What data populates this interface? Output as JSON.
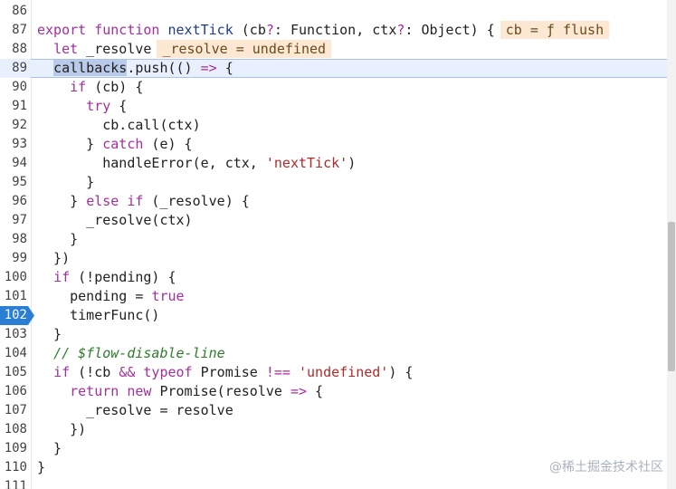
{
  "editor": {
    "lines": [
      {
        "n": "86",
        "text": ""
      },
      {
        "n": "87",
        "text": "export function nextTick (cb?: Function, ctx?: Object) {",
        "inline": "cb = ƒ flush"
      },
      {
        "n": "88",
        "text": "  let _resolve",
        "inline": "_resolve = undefined"
      },
      {
        "n": "89",
        "text": "  callbacks.push(() => {"
      },
      {
        "n": "90",
        "text": "    if (cb) {"
      },
      {
        "n": "91",
        "text": "      try {"
      },
      {
        "n": "92",
        "text": "        cb.call(ctx)"
      },
      {
        "n": "93",
        "text": "      } catch (e) {"
      },
      {
        "n": "94",
        "text": "        handleError(e, ctx, 'nextTick')"
      },
      {
        "n": "95",
        "text": "      }"
      },
      {
        "n": "96",
        "text": "    } else if (_resolve) {"
      },
      {
        "n": "97",
        "text": "      _resolve(ctx)"
      },
      {
        "n": "98",
        "text": "    }"
      },
      {
        "n": "99",
        "text": "  })"
      },
      {
        "n": "100",
        "text": "  if (!pending) {"
      },
      {
        "n": "101",
        "text": "    pending = true"
      },
      {
        "n": "102",
        "text": "    timerFunc()"
      },
      {
        "n": "103",
        "text": "  }"
      },
      {
        "n": "104",
        "text": "  // $flow-disable-line"
      },
      {
        "n": "105",
        "text": "  if (!cb && typeof Promise !== 'undefined') {"
      },
      {
        "n": "106",
        "text": "    return new Promise(resolve => {"
      },
      {
        "n": "107",
        "text": "      _resolve = resolve"
      },
      {
        "n": "108",
        "text": "    })"
      },
      {
        "n": "109",
        "text": "  }"
      },
      {
        "n": "110",
        "text": "}"
      },
      {
        "n": "111",
        "text": ""
      }
    ],
    "highlighted_line": "89",
    "breakpoint_line": "102",
    "selection": "callbacks"
  },
  "colors": {
    "keyword": "#a52ea0",
    "string": "#b02a2a",
    "comment": "#2b7d2b",
    "breakpoint": "#2a7fd4",
    "highlight": "#e8f0fe",
    "inline_value_bg": "#fde9d3"
  },
  "watermark": "@稀土掘金技术社区"
}
